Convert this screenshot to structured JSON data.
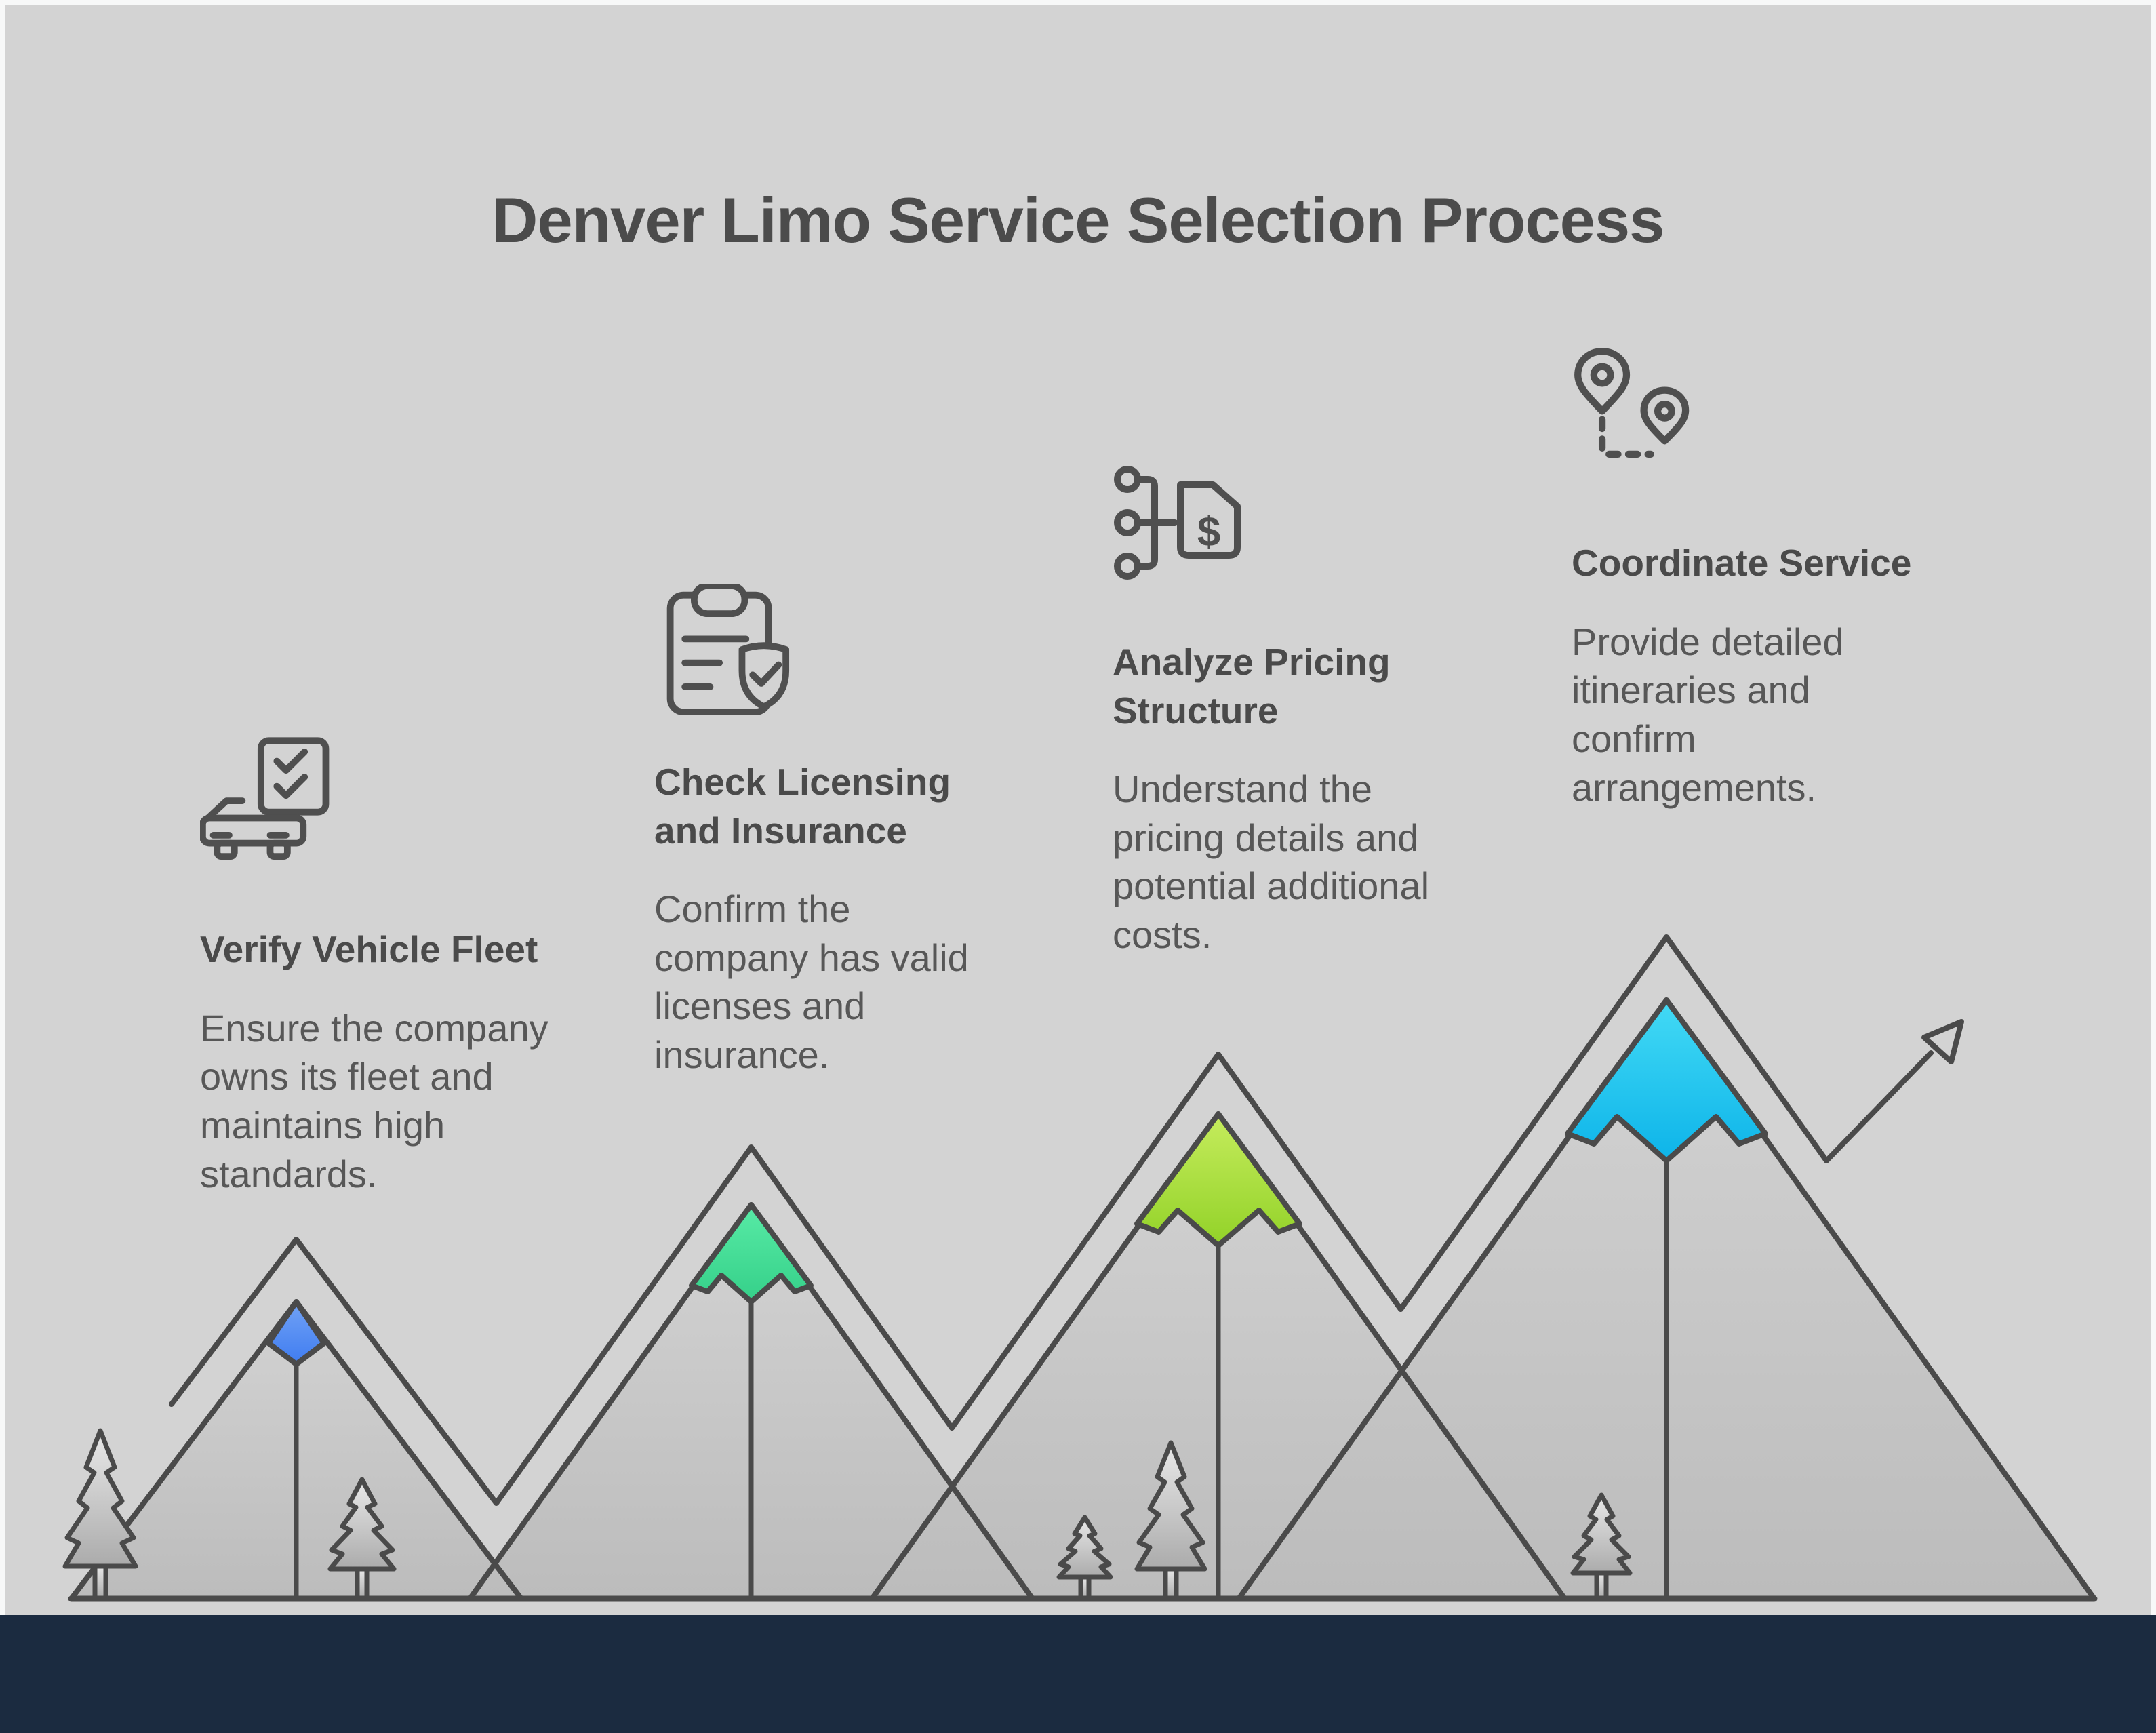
{
  "title": "Denver Limo Service Selection Process",
  "steps": [
    {
      "title": "Verify Vehicle Fleet",
      "desc": "Ensure the company\nowns its fleet and\nmaintains high\nstandards.",
      "icon": "car-checklist-icon"
    },
    {
      "title": "Check Licensing\nand Insurance",
      "desc": "Confirm the\ncompany has valid\nlicenses and\ninsurance.",
      "icon": "clipboard-shield-icon"
    },
    {
      "title": "Analyze Pricing\nStructure",
      "desc": "Understand the\npricing details and\npotential additional\ncosts.",
      "icon": "pricing-structure-icon"
    },
    {
      "title": "Coordinate Service",
      "desc": "Provide detailed\nitineraries and\nconfirm\narrangements.",
      "icon": "route-pins-icon"
    }
  ],
  "icons": {
    "pricing_symbol": "$"
  },
  "palette": {
    "line": "#4a4a4a",
    "icon_line": "#4f4f4f",
    "canvas": "#d3d3d3",
    "footer": "#1b2b40",
    "blue_top": "#72a3f6",
    "blue_bottom": "#3f7cf0",
    "green_top": "#58eba6",
    "green_bottom": "#35d089",
    "lime_top": "#c6ec5d",
    "lime_bottom": "#92d228",
    "cyan_top": "#43daf5",
    "cyan_bottom": "#0db4e9",
    "mountain_top": "#d3d3d3",
    "mountain_bottom": "#bcbcbc",
    "tree_top": "#e9e9e9",
    "tree_bottom": "#ababab"
  }
}
